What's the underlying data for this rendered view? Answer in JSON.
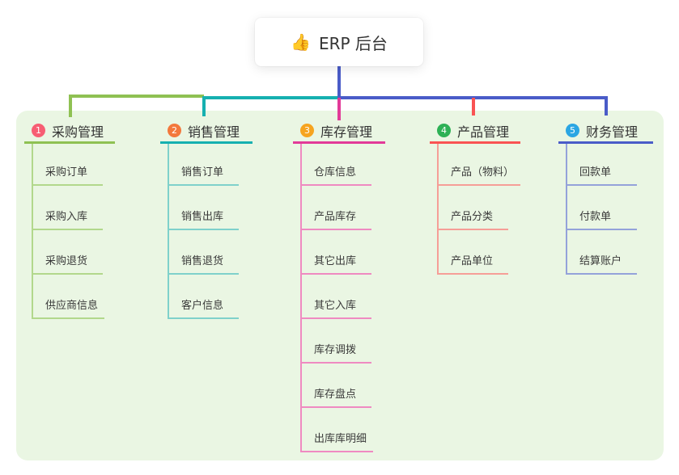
{
  "root": {
    "icon": "thumbs-up-icon",
    "icon_char": "👍",
    "label": "ERP 后台"
  },
  "branches": [
    {
      "num": "1",
      "label": "采购管理",
      "badge_color": "#f75e73",
      "line_color": "#8fc153",
      "child_line_color": "#b2d88c",
      "children": [
        "采购订单",
        "采购入库",
        "采购退货",
        "供应商信息"
      ]
    },
    {
      "num": "2",
      "label": "销售管理",
      "badge_color": "#f3783b",
      "line_color": "#16b0b0",
      "child_line_color": "#7fd1cb",
      "children": [
        "销售订单",
        "销售出库",
        "销售退货",
        "客户信息"
      ]
    },
    {
      "num": "3",
      "label": "库存管理",
      "badge_color": "#f6a41f",
      "line_color": "#e23a98",
      "child_line_color": "#ef8ac1",
      "children": [
        "仓库信息",
        "产品库存",
        "其它出库",
        "其它入库",
        "库存调拨",
        "库存盘点",
        "出库库明细"
      ]
    },
    {
      "num": "4",
      "label": "产品管理",
      "badge_color": "#2db155",
      "line_color": "#f95353",
      "child_line_color": "#f69e97",
      "children": [
        "产品（物料）",
        "产品分类",
        "产品单位"
      ]
    },
    {
      "num": "5",
      "label": "财务管理",
      "badge_color": "#2ba6e3",
      "line_color": "#4a5cc8",
      "child_line_color": "#94a2da",
      "children": [
        "回款单",
        "付款单",
        "结算账户"
      ]
    }
  ],
  "colors": {
    "root_stem": "#4a5cc8",
    "panel_background": "#eaf6e3",
    "page_background": "#ffffff",
    "text": "#333333"
  }
}
